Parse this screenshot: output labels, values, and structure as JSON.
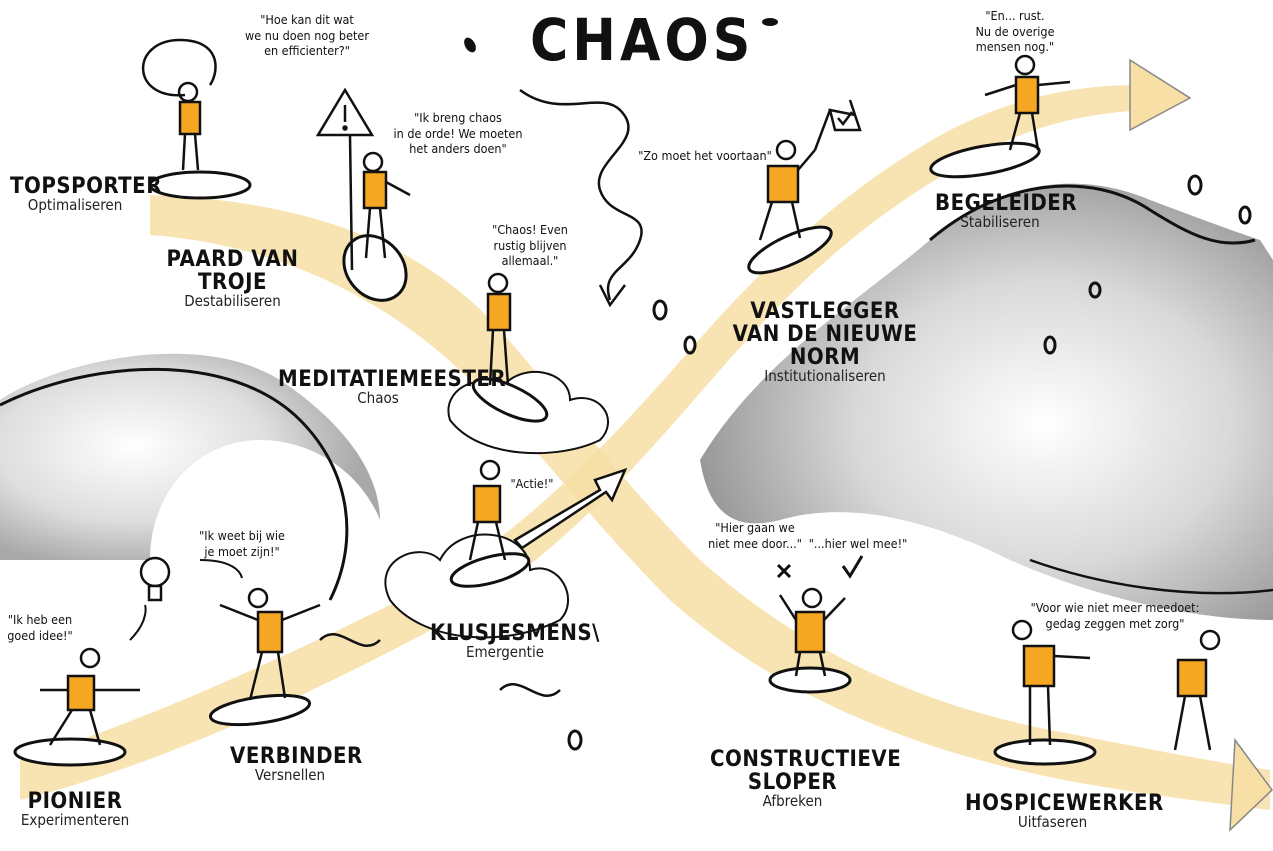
{
  "title": "CHAOS",
  "accent_color": "#F5A623",
  "band_color": "#F7DFA5",
  "roles": [
    {
      "id": "topsporter",
      "name": "TOPSPORTER",
      "subtitle": "Optimaliseren"
    },
    {
      "id": "paard",
      "name": "PAARD VAN TROJE",
      "subtitle": "Destabiliseren"
    },
    {
      "id": "meditatie",
      "name": "MEDITATIEMEESTER",
      "subtitle": "Chaos"
    },
    {
      "id": "vastlegger",
      "name": "VASTLEGGER\nVAN DE NIEUWE NORM",
      "name_line1": "VASTLEGGER",
      "name_line2": "VAN DE NIEUWE NORM",
      "subtitle": "Institutionaliseren"
    },
    {
      "id": "begeleider",
      "name": "BEGELEIDER",
      "subtitle": "Stabiliseren"
    },
    {
      "id": "klusjesmens",
      "name": "KLUSJESMENS\\",
      "subtitle": "Emergentie"
    },
    {
      "id": "verbinder",
      "name": "VERBINDER",
      "subtitle": "Versnellen"
    },
    {
      "id": "pionier",
      "name": "PIONIER",
      "subtitle": "Experimenteren"
    },
    {
      "id": "sloper",
      "name_line1": "CONSTRUCTIEVE",
      "name_line2": "SLOPER",
      "subtitle": "Afbreken"
    },
    {
      "id": "hospice",
      "name": "HOSPICEWERKER",
      "subtitle": "Uitfaseren"
    }
  ],
  "quotes": {
    "topsporter": [
      "\"Hoe kan dit wat",
      "we nu doen nog beter",
      "en efficienter?\""
    ],
    "paard": [
      "\"Ik breng chaos",
      "in de orde! We moeten",
      "het anders doen\""
    ],
    "meditatie": [
      "\"Chaos! Even",
      "rustig blijven",
      "allemaal.\""
    ],
    "vastlegger": [
      "\"Zo moet het voortaan\""
    ],
    "begeleider": [
      "\"En... rust.",
      "Nu de overige",
      "mensen nog.\""
    ],
    "klusjesmens": [
      "\"Actie!\""
    ],
    "verbinder": [
      "\"Ik weet bij wie",
      "je moet zijn!\""
    ],
    "pionier": [
      "\"Ik heb een",
      "goed idee!\""
    ],
    "sloper_a": [
      "\"Hier gaan we",
      "niet mee door...\""
    ],
    "sloper_b": [
      "\"...hier wel mee!\""
    ],
    "hospice": [
      "\"Voor wie niet meer meedoet:",
      "gedag zeggen met zorg\""
    ]
  },
  "icons": [
    "warning-icon",
    "lightbulb-icon",
    "cross-mark-icon",
    "check-mark-icon",
    "flag-check-icon",
    "arrow-right-icon"
  ]
}
